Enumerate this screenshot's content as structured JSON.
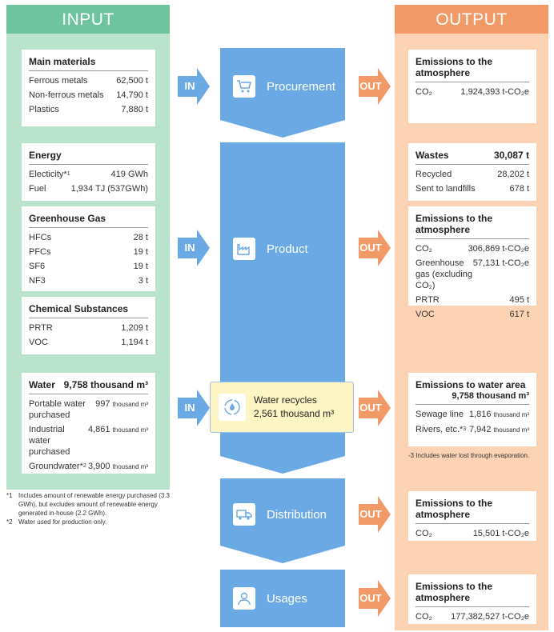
{
  "headers": {
    "input": "INPUT",
    "output": "OUTPUT"
  },
  "colors": {
    "input_bg": "#b9e3cc",
    "input_head": "#6fc4a0",
    "output_bg": "#fbd3b4",
    "output_head": "#f19a68",
    "flow": "#6aa9e3",
    "water_box": "#fdf5c4"
  },
  "inputs": {
    "main_materials": {
      "title": "Main materials",
      "rows": [
        {
          "label": "Ferrous metals",
          "value": "62,500 t"
        },
        {
          "label": "Non-ferrous metals",
          "value": "14,790 t"
        },
        {
          "label": "Plastics",
          "value": "7,880 t"
        }
      ]
    },
    "energy": {
      "title": "Energy",
      "electricity_label": "Electicity*",
      "electricity_sup": "1",
      "electricity_value": "419 GWh",
      "fuel_label": "Fuel",
      "fuel_value": "1,934 TJ (537GWh)"
    },
    "ghg": {
      "title": "Greenhouse Gas",
      "rows": [
        {
          "label": "HFCs",
          "value": "28 t"
        },
        {
          "label": "PFCs",
          "value": "19 t"
        },
        {
          "label": "SF6",
          "value": "19 t"
        },
        {
          "label": "NF3",
          "value": "3 t"
        }
      ]
    },
    "chemical": {
      "title": "Chemical Substances",
      "rows": [
        {
          "label": "PRTR",
          "value": "1,209 t"
        },
        {
          "label": "VOC",
          "value": "1,194 t"
        }
      ]
    },
    "water": {
      "title": "Water",
      "total": "9,758 thousand m³",
      "portable_label": "Portable water purchased",
      "portable_value": "997",
      "industrial_label": "Industrial water purchased",
      "industrial_value": "4,861",
      "ground_label": "Groundwater*",
      "ground_sup": "2",
      "ground_value": "3,900",
      "unit": "thousand m³"
    }
  },
  "stages": {
    "procurement": "Procurement",
    "product": "Product",
    "distribution": "Distribution",
    "usages": "Usages"
  },
  "arrows": {
    "in": "IN",
    "out": "OUT"
  },
  "water_recycles": {
    "title": "Water recycles",
    "value": "2,561 thousand m³"
  },
  "outputs": {
    "proc_emissions": {
      "title": "Emissions to the atmosphere",
      "label": "CO₂",
      "value": "1,924,393 t-CO₂e"
    },
    "wastes": {
      "title": "Wastes",
      "total": "30,087 t",
      "rows": [
        {
          "label": "Recycled",
          "value": "28,202 t"
        },
        {
          "label": "Sent to landfills",
          "value": "678 t"
        }
      ]
    },
    "prod_emissions": {
      "title": "Emissions to the atmosphere",
      "co2_label": "CO₂",
      "co2_value": "306,869 t-CO₂e",
      "ghg_label": "Greenhouse gas (excluding CO₂)",
      "ghg_value": "57,131 t-CO₂e",
      "prtr_label": "PRTR",
      "prtr_value": "495 t",
      "voc_label": "VOC",
      "voc_value": "617 t"
    },
    "water_emissions": {
      "title": "Emissions to water area",
      "total": "9,758 thousand m³",
      "sewage_label": "Sewage line",
      "sewage_value": "1,816",
      "rivers_label": "Rivers, etc.*",
      "rivers_sup": "3",
      "rivers_value": "7,942",
      "unit": "thousand m³"
    },
    "dist_emissions": {
      "title": "Emissions to the atmosphere",
      "label": "CO₂",
      "value": "15,501 t-CO₂e"
    },
    "usage_emissions": {
      "title": "Emissions to the atmosphere",
      "label": "CO₂",
      "value": "177,382,527 t-CO₂e"
    }
  },
  "notes": {
    "n1_mark": "*1",
    "n1": "Includes amount of renewable energy purchased (3.3 GWh), but excludes amount of renewable energy generated in-house (2.2 GWh).",
    "n2_mark": "*2",
    "n2": "Water used for production only.",
    "n3": "-3   Includes water lost through evaporation."
  }
}
